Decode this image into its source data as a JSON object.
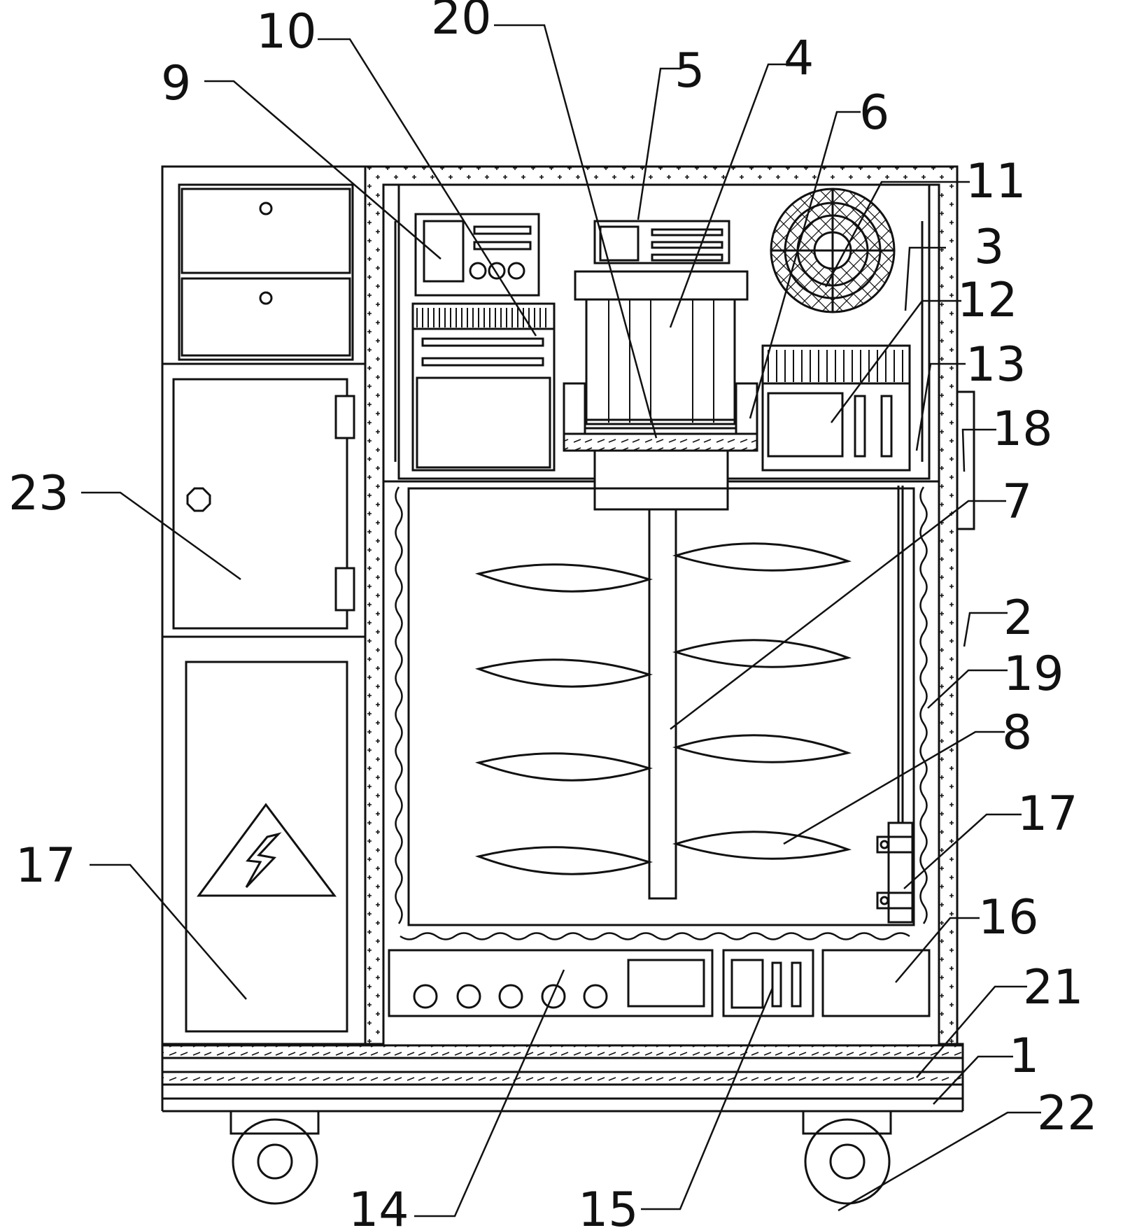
{
  "labels": {
    "n1": "1",
    "n2": "2",
    "n3": "3",
    "n4": "4",
    "n5": "5",
    "n6": "6",
    "n7": "7",
    "n8": "8",
    "n9": "9",
    "n10": "10",
    "n11": "11",
    "n12": "12",
    "n13": "13",
    "n14": "14",
    "n15": "15",
    "n16": "16",
    "n17a": "17",
    "n17b": "17",
    "n18": "18",
    "n19": "19",
    "n20": "20",
    "n21": "21",
    "n22": "22",
    "n23": "23"
  }
}
